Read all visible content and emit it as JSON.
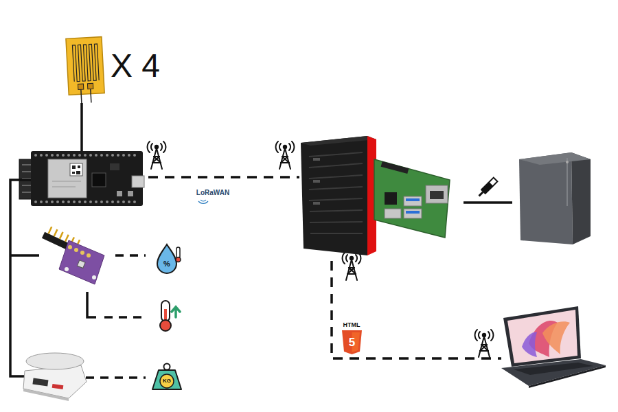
{
  "diagram": {
    "labels": [
      "X 4",
      "LoRaWAN",
      "HTML",
      "5",
      "%",
      "KG"
    ]
  }
}
